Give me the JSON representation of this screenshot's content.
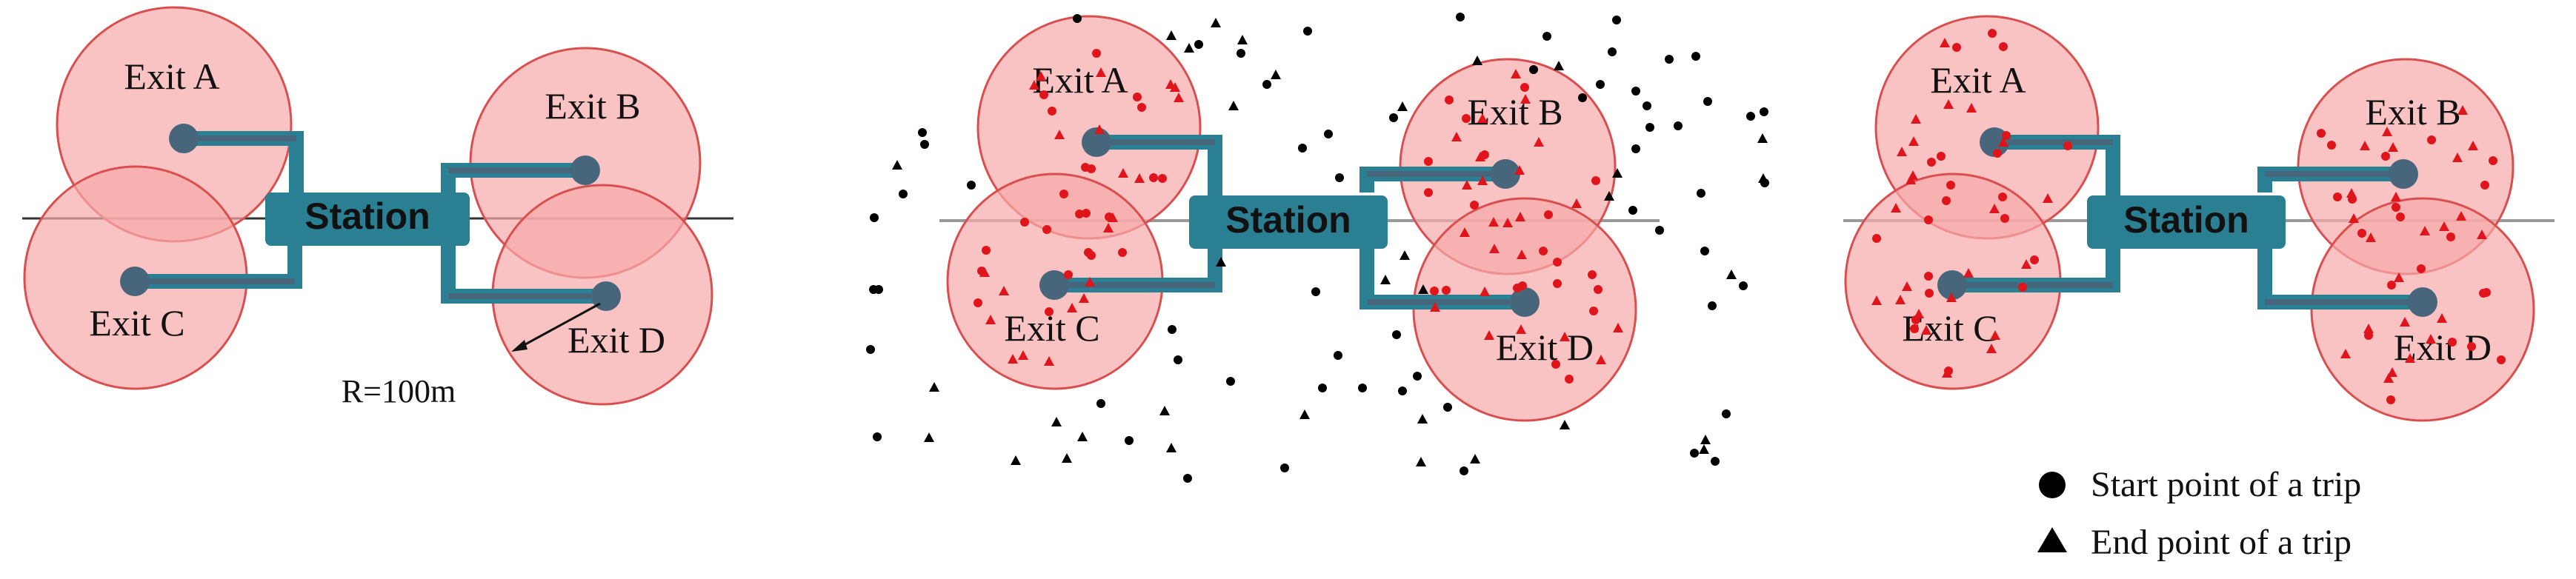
{
  "colors": {
    "circle_fill": "#f6aaaa",
    "circle_stroke": "#d94f4f",
    "station_fill": "#2a7f93",
    "path_stroke": "#2a7f93",
    "exit_node": "#47667b",
    "start_point": "#000000",
    "end_point": "#000000",
    "inside_point": "#e0141b"
  },
  "panels": [
    {
      "station_label": "Station",
      "exits": [
        {
          "id": "A",
          "label": "Exit A"
        },
        {
          "id": "B",
          "label": "Exit B"
        },
        {
          "id": "C",
          "label": "Exit C"
        },
        {
          "id": "D",
          "label": "Exit D"
        }
      ],
      "radius_label": "R=100m"
    },
    {
      "station_label": "Station",
      "exits": [
        {
          "id": "A",
          "label": "Exit A"
        },
        {
          "id": "B",
          "label": "Exit B"
        },
        {
          "id": "C",
          "label": "Exit C"
        },
        {
          "id": "D",
          "label": "Exit D"
        }
      ]
    },
    {
      "station_label": "Station",
      "exits": [
        {
          "id": "A",
          "label": "Exit A"
        },
        {
          "id": "B",
          "label": "Exit B"
        },
        {
          "id": "C",
          "label": "Exit C"
        },
        {
          "id": "D",
          "label": "Exit D"
        }
      ]
    }
  ],
  "legend": {
    "start": {
      "icon": "filled-circle-icon",
      "label": "Start point of a trip"
    },
    "end": {
      "icon": "filled-triangle-icon",
      "label": "End point of a trip"
    }
  }
}
